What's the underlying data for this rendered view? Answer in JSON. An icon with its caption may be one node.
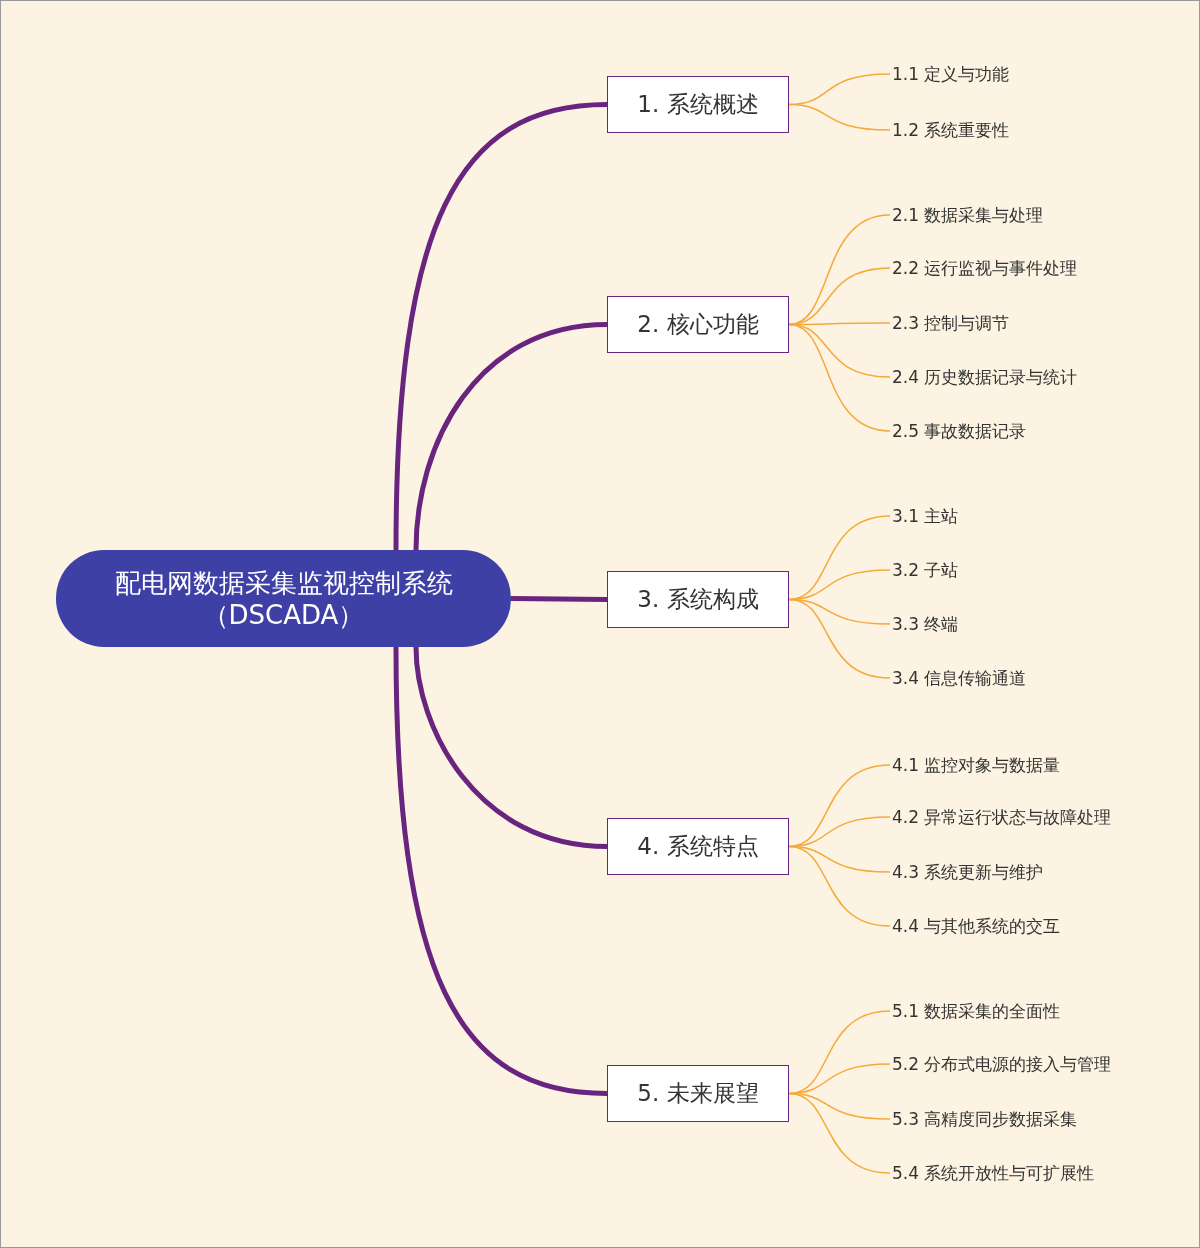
{
  "diagram": {
    "nodes": [
      {
        "text": [
          "配电网数据采集监视控制系统（DSCADA）"
        ]
      },
      {
        "text": [
          "1. 系统概述"
        ]
      },
      {
        "text": [
          "1.1 定义与功能"
        ]
      },
      {
        "text": [
          "1.2 系统重要性"
        ]
      },
      {
        "text": [
          "2. 核心功能"
        ]
      },
      {
        "text": [
          "2.1 数据采集与处理"
        ]
      },
      {
        "text": [
          "2.2 运行监视与事件处理"
        ]
      },
      {
        "text": [
          "2.3 控制与调节"
        ]
      },
      {
        "text": [
          "2.4 历史数据记录与统计"
        ]
      },
      {
        "text": [
          "2.5 事故数据记录"
        ]
      },
      {
        "text": [
          "3. 系统构成"
        ]
      },
      {
        "text": [
          "3.1 主站"
        ]
      },
      {
        "text": [
          "3.2 子站"
        ]
      },
      {
        "text": [
          "3.3 终端"
        ]
      },
      {
        "text": [
          "3.4 信息传输通道"
        ]
      },
      {
        "text": [
          "4. 系统特点"
        ]
      },
      {
        "text": [
          "4.1 监控对象与数据量"
        ]
      },
      {
        "text": [
          "4.2 异常运行状态与故障处理"
        ]
      },
      {
        "text": [
          "4.3 系统更新与维护"
        ]
      },
      {
        "text": [
          "4.4 与其他系统的交互"
        ]
      },
      {
        "text": [
          "5. 未来展望"
        ]
      },
      {
        "text": [
          "5.1 数据采集的全面性"
        ]
      },
      {
        "text": [
          "5.2 分布式电源的接入与管理"
        ]
      },
      {
        "text": [
          "5.3 高精度同步数据采集"
        ]
      },
      {
        "text": [
          "5.4 系统开放性与可扩展性"
        ]
      }
    ],
    "edges": [
      {
        "from": 0,
        "to": 1,
        "arrow": "none",
        "style": "thick",
        "color": "#68247f"
      },
      {
        "from": 0,
        "to": 4,
        "arrow": "none",
        "style": "thick",
        "color": "#68247f"
      },
      {
        "from": 0,
        "to": 10,
        "arrow": "none",
        "style": "thick",
        "color": "#68247f"
      },
      {
        "from": 0,
        "to": 15,
        "arrow": "none",
        "style": "thick",
        "color": "#68247f"
      },
      {
        "from": 0,
        "to": 20,
        "arrow": "none",
        "style": "thick",
        "color": "#68247f"
      },
      {
        "from": 1,
        "to": 2,
        "arrow": "none"
      },
      {
        "from": 1,
        "to": 3,
        "arrow": "none"
      },
      {
        "from": 4,
        "to": 5,
        "arrow": "none"
      },
      {
        "from": 4,
        "to": 6,
        "arrow": "none"
      },
      {
        "from": 4,
        "to": 7,
        "arrow": "none"
      },
      {
        "from": 4,
        "to": 8,
        "arrow": "none"
      },
      {
        "from": 4,
        "to": 9,
        "arrow": "none"
      },
      {
        "from": 10,
        "to": 11,
        "arrow": "none"
      },
      {
        "from": 10,
        "to": 12,
        "arrow": "none"
      },
      {
        "from": 10,
        "to": 13,
        "arrow": "none"
      },
      {
        "from": 10,
        "to": 14,
        "arrow": "none"
      },
      {
        "from": 15,
        "to": 16,
        "arrow": "none"
      },
      {
        "from": 15,
        "to": 17,
        "arrow": "none"
      },
      {
        "from": 15,
        "to": 18,
        "arrow": "none"
      },
      {
        "from": 15,
        "to": 19,
        "arrow": "none"
      },
      {
        "from": 20,
        "to": 21,
        "arrow": "none"
      },
      {
        "from": 20,
        "to": 22,
        "arrow": "none"
      },
      {
        "from": 20,
        "to": 23,
        "arrow": "none"
      },
      {
        "from": 20,
        "to": 24,
        "arrow": "none"
      }
    ]
  }
}
